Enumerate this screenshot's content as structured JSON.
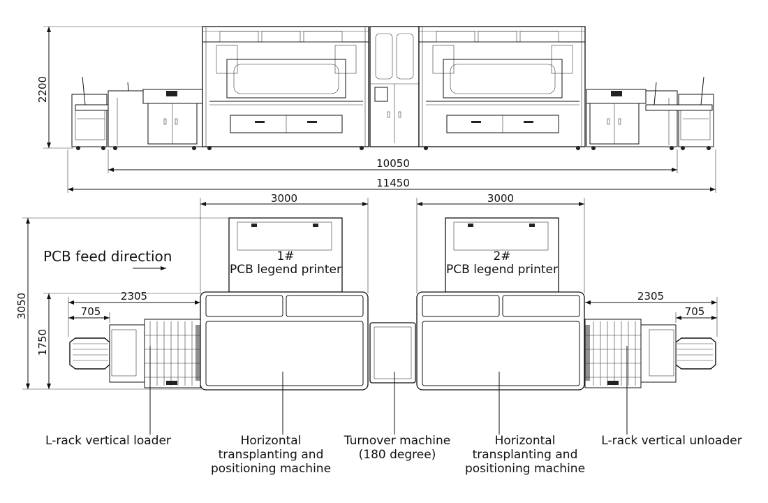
{
  "front_view": {
    "height_dim": "2200",
    "width_inner_dim": "10050",
    "width_total_dim": "11450"
  },
  "top_view": {
    "printer1_width_dim": "3000",
    "printer2_width_dim": "3000",
    "total_depth_dim": "3050",
    "line_depth_dim": "1750",
    "left_loader_length_dim": "2305",
    "left_loader_inner_dim": "705",
    "right_unloader_length_dim": "2305",
    "right_unloader_inner_dim": "705",
    "feed_direction_label": "PCB feed direction",
    "printer1_number": "1#",
    "printer1_name": "PCB legend printer",
    "printer2_number": "2#",
    "printer2_name": "PCB legend printer"
  },
  "labels": {
    "loader": "L-rack vertical loader",
    "transplant_left_line1": "Horizontal",
    "transplant_left_line2": "transplanting and",
    "transplant_left_line3": "positioning machine",
    "turnover_line1": "Turnover machine",
    "turnover_line2": "(180 degree)",
    "transplant_right_line1": "Horizontal",
    "transplant_right_line2": "transplanting and",
    "transplant_right_line3": "positioning machine",
    "unloader": "L-rack vertical unloader"
  }
}
